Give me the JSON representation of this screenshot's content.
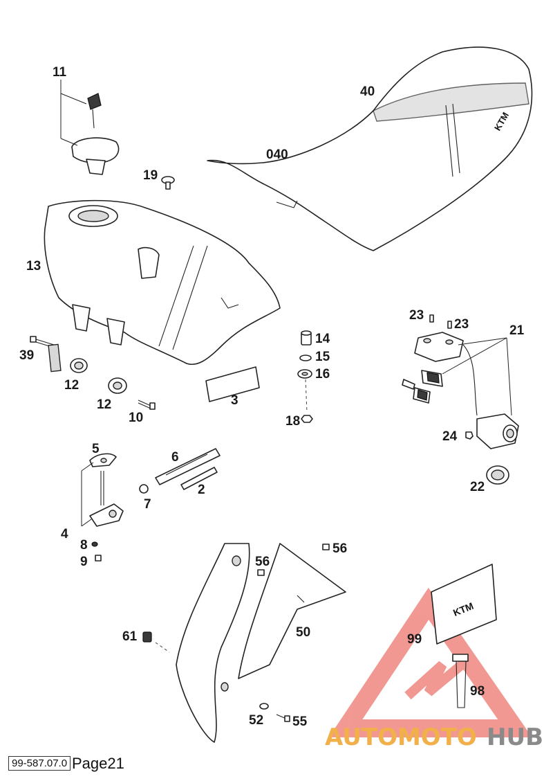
{
  "diagram": {
    "labels": {
      "p11": "11",
      "p40": "40",
      "p040": "040",
      "p19": "19",
      "p13": "13",
      "p39": "39",
      "p12a": "12",
      "p12b": "12",
      "p10": "10",
      "p3": "3",
      "p14": "14",
      "p15": "15",
      "p16": "16",
      "p18": "18",
      "p23a": "23",
      "p23b": "23",
      "p21": "21",
      "p24": "24",
      "p22": "22",
      "p5": "5",
      "p6": "6",
      "p2": "2",
      "p7": "7",
      "p4": "4",
      "p8": "8",
      "p9": "9",
      "p56a": "56",
      "p56b": "56",
      "p50": "50",
      "p61": "61",
      "p52": "52",
      "p55": "55",
      "p99": "99",
      "p98": "98"
    }
  },
  "footer": {
    "code": "99-587.07.0",
    "page": "Page21"
  },
  "watermark": {
    "auto": "AUTOMOTO",
    "hub": "HUB",
    "color_red": "#e8453c",
    "color_orange": "#f2b04a",
    "color_gray": "#8a8a8a"
  }
}
